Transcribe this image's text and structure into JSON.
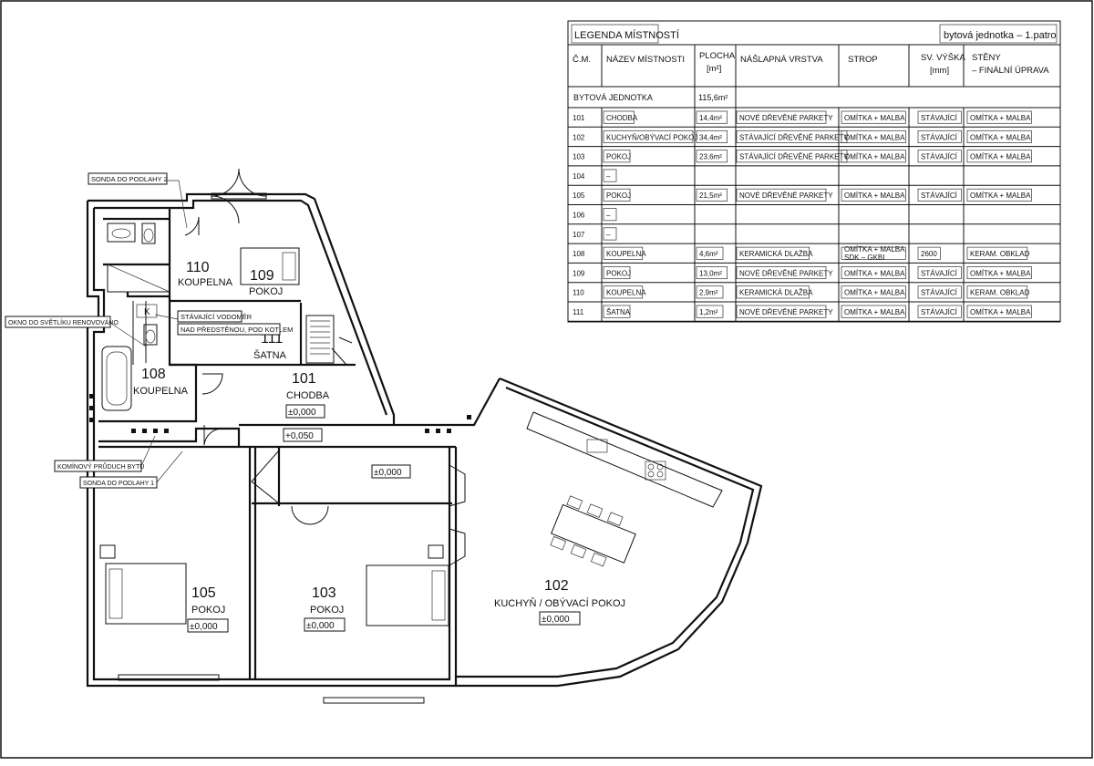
{
  "legend": {
    "title": "LEGENDA MÍSTNOSTÍ",
    "subtitle": "bytová jednotka – 1.patro",
    "headers": {
      "cm": "Č.M.",
      "name": "NÁZEV MÍSTNOSTI",
      "area_1": "PLOCHA",
      "area_2": "[m²]",
      "floor": "NÁŠLAPNÁ VRSTVA",
      "ceiling": "STROP",
      "height_1": "SV. VÝŠKA",
      "height_2": "[mm]",
      "walls_1": "STĚNY",
      "walls_2": "– FINÁLNÍ ÚPRAVA"
    },
    "unit": {
      "name": "BYTOVÁ JEDNOTKA",
      "area": "115,6m²"
    },
    "rows": [
      {
        "cm": "101",
        "name": "CHODBA",
        "area": "14,4m²",
        "floor": "NOVÉ DŘEVĚNÉ PARKETY",
        "ceiling": "OMÍTKA + MALBA",
        "ceiling2": "",
        "height": "STÁVAJÍCÍ",
        "walls": "OMÍTKA + MALBA"
      },
      {
        "cm": "102",
        "name": "KUCHYŇ/OBÝVACÍ POKOJ",
        "area": "34,4m²",
        "floor": "STÁVAJÍCÍ DŘEVĚNÉ PARKETY",
        "ceiling": "OMÍTKA + MALBA",
        "ceiling2": "",
        "height": "STÁVAJÍCÍ",
        "walls": "OMÍTKA + MALBA"
      },
      {
        "cm": "103",
        "name": "POKOJ",
        "area": "23,6m²",
        "floor": "STÁVAJÍCÍ DŘEVĚNÉ PARKETY",
        "ceiling": "OMÍTKA + MALBA",
        "ceiling2": "",
        "height": "STÁVAJÍCÍ",
        "walls": "OMÍTKA + MALBA"
      },
      {
        "cm": "104",
        "name": "–",
        "area": "",
        "floor": "",
        "ceiling": "",
        "ceiling2": "",
        "height": "",
        "walls": ""
      },
      {
        "cm": "105",
        "name": "POKOJ",
        "area": "21,5m²",
        "floor": "NOVÉ DŘEVĚNÉ PARKETY",
        "ceiling": "OMÍTKA + MALBA",
        "ceiling2": "",
        "height": "STÁVAJÍCÍ",
        "walls": "OMÍTKA + MALBA"
      },
      {
        "cm": "106",
        "name": "–",
        "area": "",
        "floor": "",
        "ceiling": "",
        "ceiling2": "",
        "height": "",
        "walls": ""
      },
      {
        "cm": "107",
        "name": "–",
        "area": "",
        "floor": "",
        "ceiling": "",
        "ceiling2": "",
        "height": "",
        "walls": ""
      },
      {
        "cm": "108",
        "name": "KOUPELNA",
        "area": "4,6m²",
        "floor": "KERAMICKÁ DLAŽBA",
        "ceiling": "OMÍTKA + MALBA",
        "ceiling2": "SDK – GKBI",
        "height": "2600",
        "walls": "KERAM. OBKLAD"
      },
      {
        "cm": "109",
        "name": "POKOJ",
        "area": "13,0m²",
        "floor": "NOVÉ DŘEVĚNÉ PARKETY",
        "ceiling": "OMÍTKA + MALBA",
        "ceiling2": "",
        "height": "STÁVAJÍCÍ",
        "walls": "OMÍTKA + MALBA"
      },
      {
        "cm": "110",
        "name": "KOUPELNA",
        "area": "2,9m²",
        "floor": "KERAMICKÁ DLAŽBA",
        "ceiling": "OMÍTKA + MALBA",
        "ceiling2": "",
        "height": "STÁVAJÍCÍ",
        "walls": "KERAM. OBKLAD"
      },
      {
        "cm": "111",
        "name": "ŠATNA",
        "area": "1,2m²",
        "floor": "NOVÉ DŘEVĚNÉ PARKETY",
        "ceiling": "OMÍTKA + MALBA",
        "ceiling2": "",
        "height": "STÁVAJÍCÍ",
        "walls": "OMÍTKA + MALBA"
      }
    ]
  },
  "rooms": {
    "r101": {
      "num": "101",
      "name": "CHODBA",
      "level": "±0,000"
    },
    "r102": {
      "num": "102",
      "name": "KUCHYŇ / OBÝVACÍ POKOJ",
      "level": "±0,000"
    },
    "r103": {
      "num": "103",
      "name": "POKOJ",
      "level": "±0,000"
    },
    "r105": {
      "num": "105",
      "name": "POKOJ",
      "level": "±0,000"
    },
    "r108": {
      "num": "108",
      "name": "KOUPELNA"
    },
    "r109": {
      "num": "109",
      "name": "POKOJ"
    },
    "r110": {
      "num": "110",
      "name": "KOUPELNA"
    },
    "r111": {
      "num": "111",
      "name": "ŠATNA"
    }
  },
  "levels": {
    "entry": "+0,050",
    "hall2": "±0,000"
  },
  "notes": {
    "probe2": "SONDA DO PODLAHY 2",
    "probe1": "SONDA DO PODLAHY 1",
    "window": "OKNO DO SVĚTLÍKU RENOVOVÁNO",
    "chimney": "KOMÍNOVÝ PRŮDUCH BYTU",
    "meter1": "STÁVAJÍCÍ VODOMĚR",
    "meter2": "NAD PŘEDSTĚNOU, POD KOTLEM",
    "boiler": "K"
  }
}
